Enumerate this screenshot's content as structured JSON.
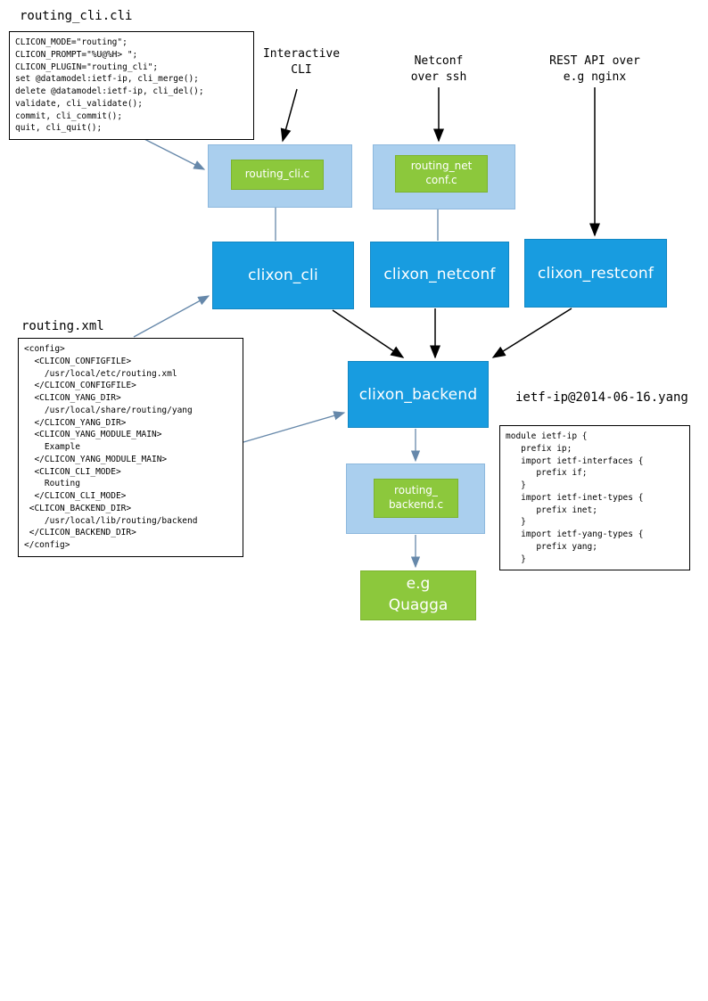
{
  "colors": {
    "process_blue": "#189ce0",
    "plugin_light_blue": "#aacfee",
    "plugin_green": "#8cc83c",
    "arrow_blue": "#6688aa",
    "arrow_black": "#000000"
  },
  "files": {
    "cli": {
      "title": "routing_cli.cli",
      "code": "CLICON_MODE=\"routing\";\nCLICON_PROMPT=\"%U@%H> \";\nCLICON_PLUGIN=\"routing_cli\";\nset @datamodel:ietf-ip, cli_merge();\ndelete @datamodel:ietf-ip, cli_del();\nvalidate, cli_validate();\ncommit, cli_commit();\nquit, cli_quit();"
    },
    "xml": {
      "title": "routing.xml",
      "code": "<config>\n  <CLICON_CONFIGFILE>\n    /usr/local/etc/routing.xml\n  </CLICON_CONFIGFILE>\n  <CLICON_YANG_DIR>\n    /usr/local/share/routing/yang\n  </CLICON_YANG_DIR>\n  <CLICON_YANG_MODULE_MAIN>\n    Example\n  </CLICON_YANG_MODULE_MAIN>\n  <CLICON_CLI_MODE>\n    Routing\n  </CLICON_CLI_MODE>\n <CLICON_BACKEND_DIR>\n    /usr/local/lib/routing/backend\n </CLICON_BACKEND_DIR>\n</config>"
    },
    "yang": {
      "title": "ietf-ip@2014-06-16.yang",
      "code": "module ietf-ip {\n   prefix ip;\n   import ietf-interfaces {\n      prefix if;\n   }\n   import ietf-inet-types {\n      prefix inet;\n   }\n   import ietf-yang-types {\n      prefix yang;\n   }"
    }
  },
  "labels": {
    "interactive_cli": "Interactive\nCLI",
    "netconf": "Netconf\nover ssh",
    "restconf": "REST API over\ne.g nginx"
  },
  "processes": {
    "cli": "clixon_cli",
    "netconf": "clixon_netconf",
    "restconf": "clixon_restconf",
    "backend": "clixon_backend"
  },
  "plugins": {
    "cli": "routing_cli.c",
    "netconf": "routing_net\nconf.c",
    "backend": "routing_\nbackend.c"
  },
  "external": {
    "quagga": "e.g\nQuagga"
  }
}
